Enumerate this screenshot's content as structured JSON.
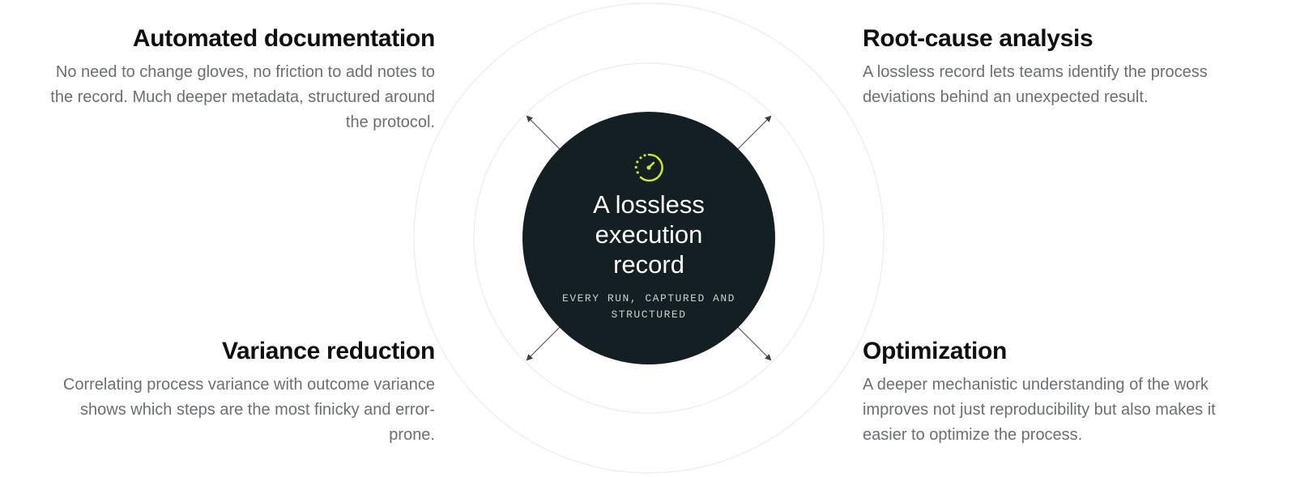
{
  "center": {
    "title": "A lossless execution record",
    "subtitle": "EVERY RUN, CAPTURED AND STRUCTURED",
    "icon": "clock-icon"
  },
  "benefits": [
    {
      "title": "Automated documentation",
      "description": "No need to change gloves, no friction to add notes to the record. Much deeper metadata, structured around the protocol."
    },
    {
      "title": "Root-cause analysis",
      "description": "A lossless record lets teams identify the process deviations behind an unexpected result."
    },
    {
      "title": "Variance reduction",
      "description": "Correlating process variance with outcome variance shows which steps are the most finicky and error-prone."
    },
    {
      "title": "Optimization",
      "description": "A deeper mechanistic understanding of the work improves not just reproducibility but also makes it easier to optimize the process."
    }
  ],
  "colors": {
    "center_fill": "#131f22",
    "accent": "#c8e62a",
    "heading": "#0d0f10",
    "body_text": "#6b6f72",
    "ring": "#e9ebec",
    "arrow": "#555b5e"
  }
}
